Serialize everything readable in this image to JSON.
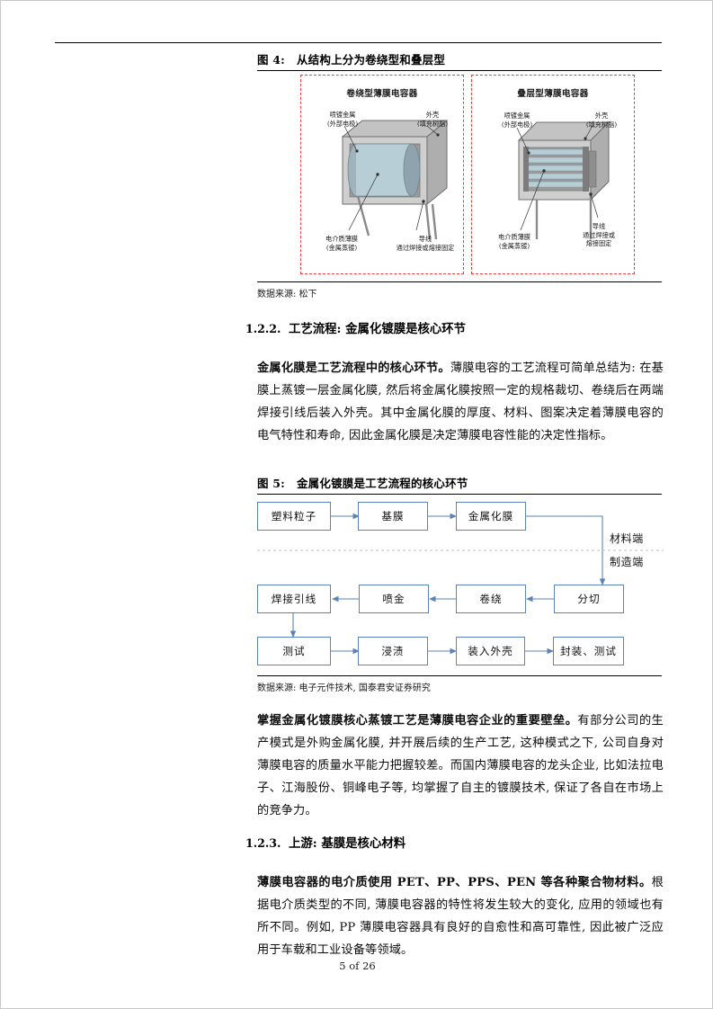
{
  "page": {
    "footer": "5 of 26"
  },
  "figure4": {
    "number": "图 4:",
    "title": "从结构上分为卷绕型和叠层型",
    "source": "数据来源: 松下",
    "panels": [
      {
        "title": "卷绕型薄膜电容器",
        "labels": {
          "top_left": "喷镀金属\n(外部电极)",
          "top_right": "外壳\n(填充树脂)",
          "bottom_left": "电介质薄膜\n(金属蒸镀)",
          "bottom_right": "导线\n通过焊接或熔接固定"
        }
      },
      {
        "title": "叠层型薄膜电容器",
        "labels": {
          "top_left": "喷镀金属\n(外部电极)",
          "top_right": "外壳\n(填充树脂)",
          "bottom_left": "电介质薄膜\n(金属蒸镀)",
          "bottom_right": "导线\n通过焊接或\n熔接固定"
        }
      }
    ]
  },
  "section_122": {
    "number": "1.2.2.",
    "title": "工艺流程: 金属化镀膜是核心环节",
    "paragraph_lead": "金属化膜是工艺流程中的核心环节。",
    "paragraph_body": "薄膜电容的工艺流程可简单总结为: 在基膜上蒸镀一层金属化膜, 然后将金属化膜按照一定的规格裁切、卷绕后在两端焊接引线后装入外壳。其中金属化膜的厚度、材料、图案决定着薄膜电容的电气特性和寿命, 因此金属化膜是决定薄膜电容性能的决定性指标。"
  },
  "figure5": {
    "number": "图 5:",
    "title": "金属化镀膜是工艺流程的核心环节",
    "source": "数据来源: 电子元件技术, 国泰君安证券研究",
    "side_labels": {
      "upper": "材料端",
      "lower": "制造端"
    },
    "nodes": {
      "row1": [
        "塑料粒子",
        "基膜",
        "金属化膜"
      ],
      "row2": [
        "焊接引线",
        "喷金",
        "卷绕",
        "分切"
      ],
      "row3": [
        "测试",
        "浸渍",
        "装入外壳",
        "封装、测试"
      ]
    },
    "accent_color": "#5b83b8"
  },
  "paragraph_moat": {
    "lead": "掌握金属化镀膜核心蒸镀工艺是薄膜电容企业的重要壁垒。",
    "body": "有部分公司的生产模式是外购金属化膜, 并开展后续的生产工艺, 这种模式之下, 公司自身对薄膜电容的质量水平能力把握较差。而国内薄膜电容的龙头企业, 比如法拉电子、江海股份、铜峰电子等, 均掌握了自主的镀膜技术, 保证了各自在市场上的竞争力。"
  },
  "section_123": {
    "number": "1.2.3.",
    "title": "上游: 基膜是核心材料",
    "paragraph_lead": "薄膜电容器的电介质使用 PET、PP、PPS、PEN 等各种聚合物材料。",
    "paragraph_body": "根据电介质类型的不同, 薄膜电容器的特性将发生较大的变化, 应用的领域也有所不同。例如, PP 薄膜电容器具有良好的自愈性和高可靠性, 因此被广泛应用于车载和工业设备等领域。"
  }
}
